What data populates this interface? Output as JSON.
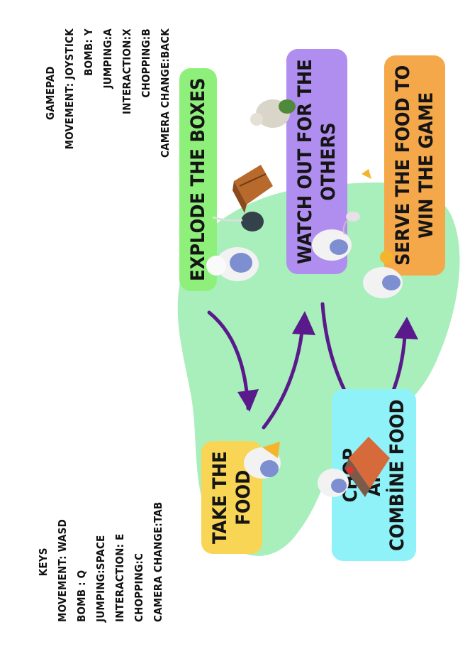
{
  "keys": {
    "title": "KEYS",
    "lines": [
      "MOVEMENT: WASD",
      "BOMB : Q",
      "JUMPING:SPACE",
      "INTERACTION: E",
      "CHOPPING:C",
      "CAMERA CHANGE:TAB"
    ]
  },
  "gamepad": {
    "title": "GAMEPAD",
    "lines": [
      "MOVEMENT: JOYSTICK",
      "BOMB: Y",
      "JUMPING:A",
      "INTERACTION:X",
      "CHOPPING:B",
      "CAMERA CHANGE:BACK"
    ]
  },
  "steps": {
    "take_food": [
      "TAKE THE",
      "FOOD"
    ],
    "explode_boxes": [
      "EXPLODE THE BOXES"
    ],
    "chop_combine": [
      "CHOP",
      "AND",
      "COMBİNE FOOD"
    ],
    "watch_out": [
      "WATCH OUT FOR THE",
      "OTHERS"
    ],
    "serve_food": [
      "SERVE THE FOOD TO",
      "WIN THE GAME"
    ]
  },
  "colors": {
    "blob": "#a8efbb",
    "arrows": "#5a1a8c",
    "green": "#8ef07a",
    "purple": "#b08ef0",
    "orange": "#f5a84a",
    "yellow": "#f8d554",
    "cyan": "#8ef2f8"
  }
}
